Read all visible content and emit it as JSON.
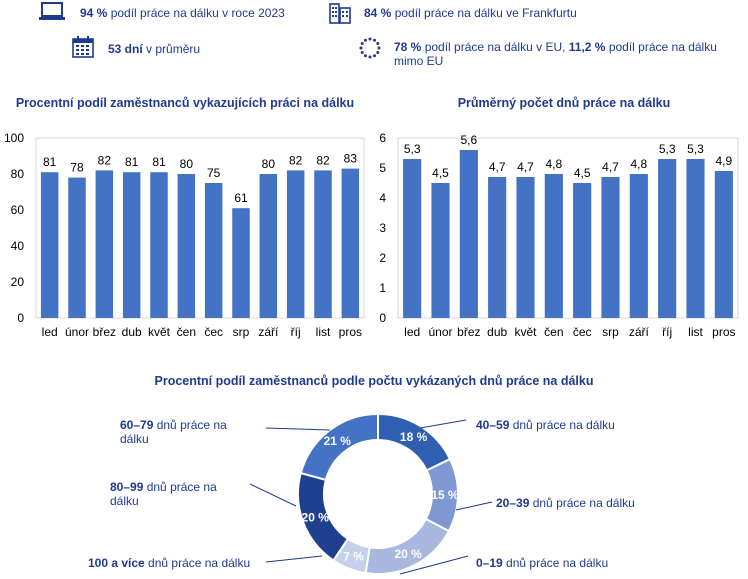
{
  "stats": {
    "remote_2023": {
      "value": "94 %",
      "text": " podíl práce na dálku v roce 2023"
    },
    "frankfurt": {
      "value": "84 %",
      "text": " podíl práce na dálku ve Frankfurtu"
    },
    "avg_days": {
      "value": "53 dní",
      "text": " v průměru"
    },
    "eu_line1_value": "78 %",
    "eu_line1_text": " podíl práce na dálku v EU, ",
    "eu_line1_value2": "11,2 %",
    "eu_line1_text2": " podíl práce na dálku",
    "eu_line2": "mimo EU"
  },
  "icons": {
    "laptop": "laptop-icon",
    "building": "building-icon",
    "calendar": "calendar-icon",
    "eu": "eu-stars-icon"
  },
  "colors": {
    "bar": "#4472c4",
    "text": "#1f3a8f",
    "grid": "#d9d9d9",
    "donut": [
      "#2e5fb0",
      "#7f97d2",
      "#a9b8de",
      "#c5d0eb",
      "#1f3f8f",
      "#4472c4"
    ]
  },
  "chart_data": [
    {
      "type": "bar",
      "title": "Procentní podíl zaměstnanců vykazujících práci na dálku",
      "categories": [
        "led",
        "únor",
        "břez",
        "dub",
        "květ",
        "čen",
        "čec",
        "srp",
        "září",
        "říj",
        "list",
        "pros"
      ],
      "values": [
        81,
        78,
        82,
        81,
        81,
        80,
        75,
        61,
        80,
        82,
        82,
        83
      ],
      "value_labels": [
        "81",
        "78",
        "82",
        "81",
        "81",
        "80",
        "75",
        "61",
        "80",
        "82",
        "82",
        "83"
      ],
      "ylim": [
        0,
        100
      ],
      "yticks": [
        "0",
        "20",
        "40",
        "60",
        "80",
        "100"
      ],
      "grid": false,
      "xlabel": "",
      "ylabel": ""
    },
    {
      "type": "bar",
      "title": "Průměrný počet dnů práce na dálku",
      "categories": [
        "led",
        "únor",
        "břez",
        "dub",
        "květ",
        "čen",
        "čec",
        "srp",
        "září",
        "říj",
        "list",
        "pros"
      ],
      "values": [
        5.3,
        4.5,
        5.6,
        4.7,
        4.7,
        4.8,
        4.5,
        4.7,
        4.8,
        5.3,
        5.3,
        4.9
      ],
      "value_labels": [
        "5,3",
        "4,5",
        "5,6",
        "4,7",
        "4,7",
        "4,8",
        "4,5",
        "4,7",
        "4,8",
        "5,3",
        "5,3",
        "4,9"
      ],
      "ylim": [
        0,
        6
      ],
      "yticks": [
        "0",
        "1",
        "2",
        "3",
        "4",
        "5",
        "6"
      ],
      "grid": false,
      "xlabel": "",
      "ylabel": ""
    },
    {
      "type": "pie",
      "title": "Procentní podíl zaměstnanců podle počtu vykázaných dnů práce na dálku",
      "slices": [
        {
          "label_bold": "40–59",
          "label_rest": " dnů práce na dálku",
          "value": 18,
          "value_label": "18 %"
        },
        {
          "label_bold": "20–39",
          "label_rest": " dnů práce na dálku",
          "value": 15,
          "value_label": "15 %"
        },
        {
          "label_bold": "0–19",
          "label_rest": " dnů práce na dálku",
          "value": 20,
          "value_label": "20 %"
        },
        {
          "label_bold": "100 a více",
          "label_rest": " dnů práce na dálku",
          "value": 7,
          "value_label": "7 %"
        },
        {
          "label_bold": "80–99",
          "label_rest": " dnů práce na",
          "label_line2": "dálku",
          "value": 20,
          "value_label": "20 %"
        },
        {
          "label_bold": "60–79",
          "label_rest": " dnů práce na",
          "label_line2": "dálku",
          "value": 21,
          "value_label": "21 %"
        }
      ]
    }
  ]
}
